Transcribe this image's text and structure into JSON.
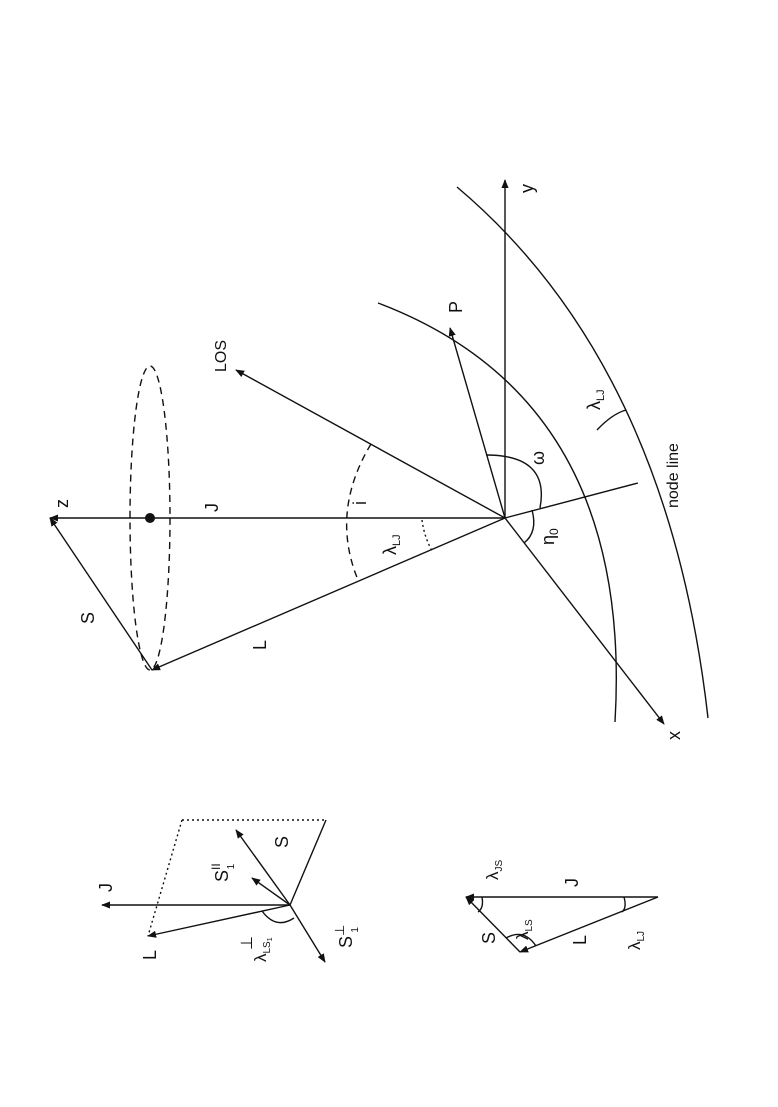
{
  "main": {
    "labels": {
      "z": "z",
      "y": "y",
      "x": "x",
      "J": "J",
      "S": "S",
      "L": "L",
      "LOS": "LOS",
      "P": "P",
      "i": "i",
      "omega": "ω",
      "eta": "η",
      "eta_sub": "0",
      "node_line": "node line",
      "lambda": "λ",
      "LJ_sub": "LJ"
    }
  },
  "inset1": {
    "labels": {
      "J": "J",
      "L": "L",
      "S": "S",
      "S_par": "S",
      "S_par_sup": "II",
      "S_perp": "S",
      "S_perp_sup": "⊥",
      "one": "1",
      "lambda": "λ",
      "LS_sub": "LS",
      "sub_one": "1",
      "perp": "⊥"
    }
  },
  "inset2": {
    "labels": {
      "J": "J",
      "S": "S",
      "L": "L",
      "lambda": "λ",
      "JS_sub": "JS",
      "LS_sub": "LS",
      "LJ_sub": "LJ"
    }
  }
}
